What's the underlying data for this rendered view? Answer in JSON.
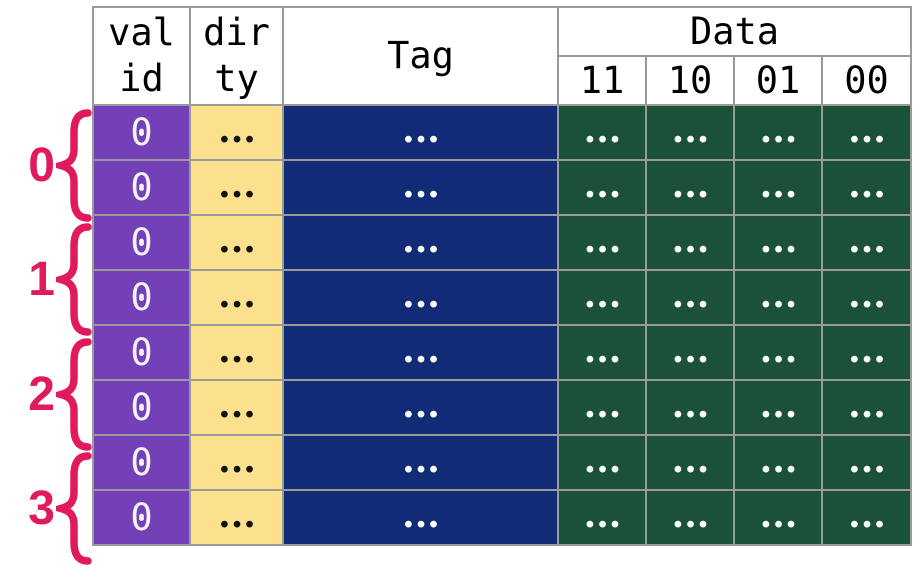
{
  "diagram": "set-associative cache table",
  "colors": {
    "valid_bg": "#7340B8",
    "dirty_bg": "#FBE08D",
    "tag_bg": "#122B77",
    "data_bg": "#1A5138",
    "grid": "#9A9A9A",
    "set_accent": "#E01A5C",
    "header_bg": "#FFFFFF",
    "header_text": "#000000"
  },
  "header": {
    "valid": "val\nid",
    "dirty": "dir\nty",
    "tag": "Tag",
    "data": "Data",
    "offsets": [
      "11",
      "10",
      "01",
      "00"
    ]
  },
  "sets": [
    {
      "label": "0",
      "rows": [
        {
          "valid": "0",
          "dirty": "•••",
          "tag": "•••",
          "data": [
            "•••",
            "•••",
            "•••",
            "•••"
          ]
        },
        {
          "valid": "0",
          "dirty": "•••",
          "tag": "•••",
          "data": [
            "•••",
            "•••",
            "•••",
            "•••"
          ]
        }
      ]
    },
    {
      "label": "1",
      "rows": [
        {
          "valid": "0",
          "dirty": "•••",
          "tag": "•••",
          "data": [
            "•••",
            "•••",
            "•••",
            "•••"
          ]
        },
        {
          "valid": "0",
          "dirty": "•••",
          "tag": "•••",
          "data": [
            "•••",
            "•••",
            "•••",
            "•••"
          ]
        }
      ]
    },
    {
      "label": "2",
      "rows": [
        {
          "valid": "0",
          "dirty": "•••",
          "tag": "•••",
          "data": [
            "•••",
            "•••",
            "•••",
            "•••"
          ]
        },
        {
          "valid": "0",
          "dirty": "•••",
          "tag": "•••",
          "data": [
            "•••",
            "•••",
            "•••",
            "•••"
          ]
        }
      ]
    },
    {
      "label": "3",
      "rows": [
        {
          "valid": "0",
          "dirty": "•••",
          "tag": "•••",
          "data": [
            "•••",
            "•••",
            "•••",
            "•••"
          ]
        },
        {
          "valid": "0",
          "dirty": "•••",
          "tag": "•••",
          "data": [
            "•••",
            "•••",
            "•••",
            "•••"
          ]
        }
      ]
    }
  ]
}
